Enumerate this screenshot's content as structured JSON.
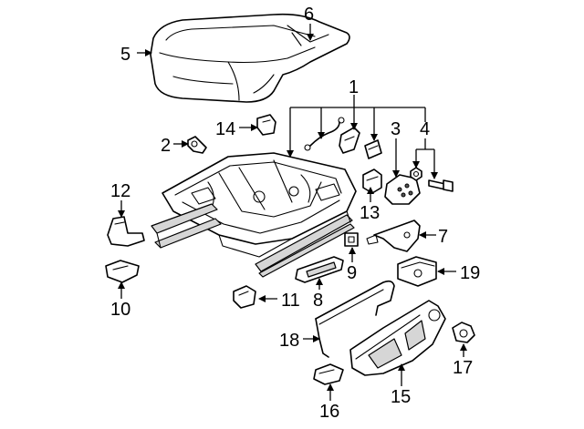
{
  "diagram": {
    "labels": {
      "p1": "1",
      "p2": "2",
      "p3": "3",
      "p4": "4",
      "p5": "5",
      "p6": "6",
      "p7": "7",
      "p8": "8",
      "p9": "9",
      "p10": "10",
      "p11": "11",
      "p12": "12",
      "p13": "13",
      "p14": "14",
      "p15": "15",
      "p16": "16",
      "p17": "17",
      "p18": "18",
      "p19": "19"
    }
  }
}
